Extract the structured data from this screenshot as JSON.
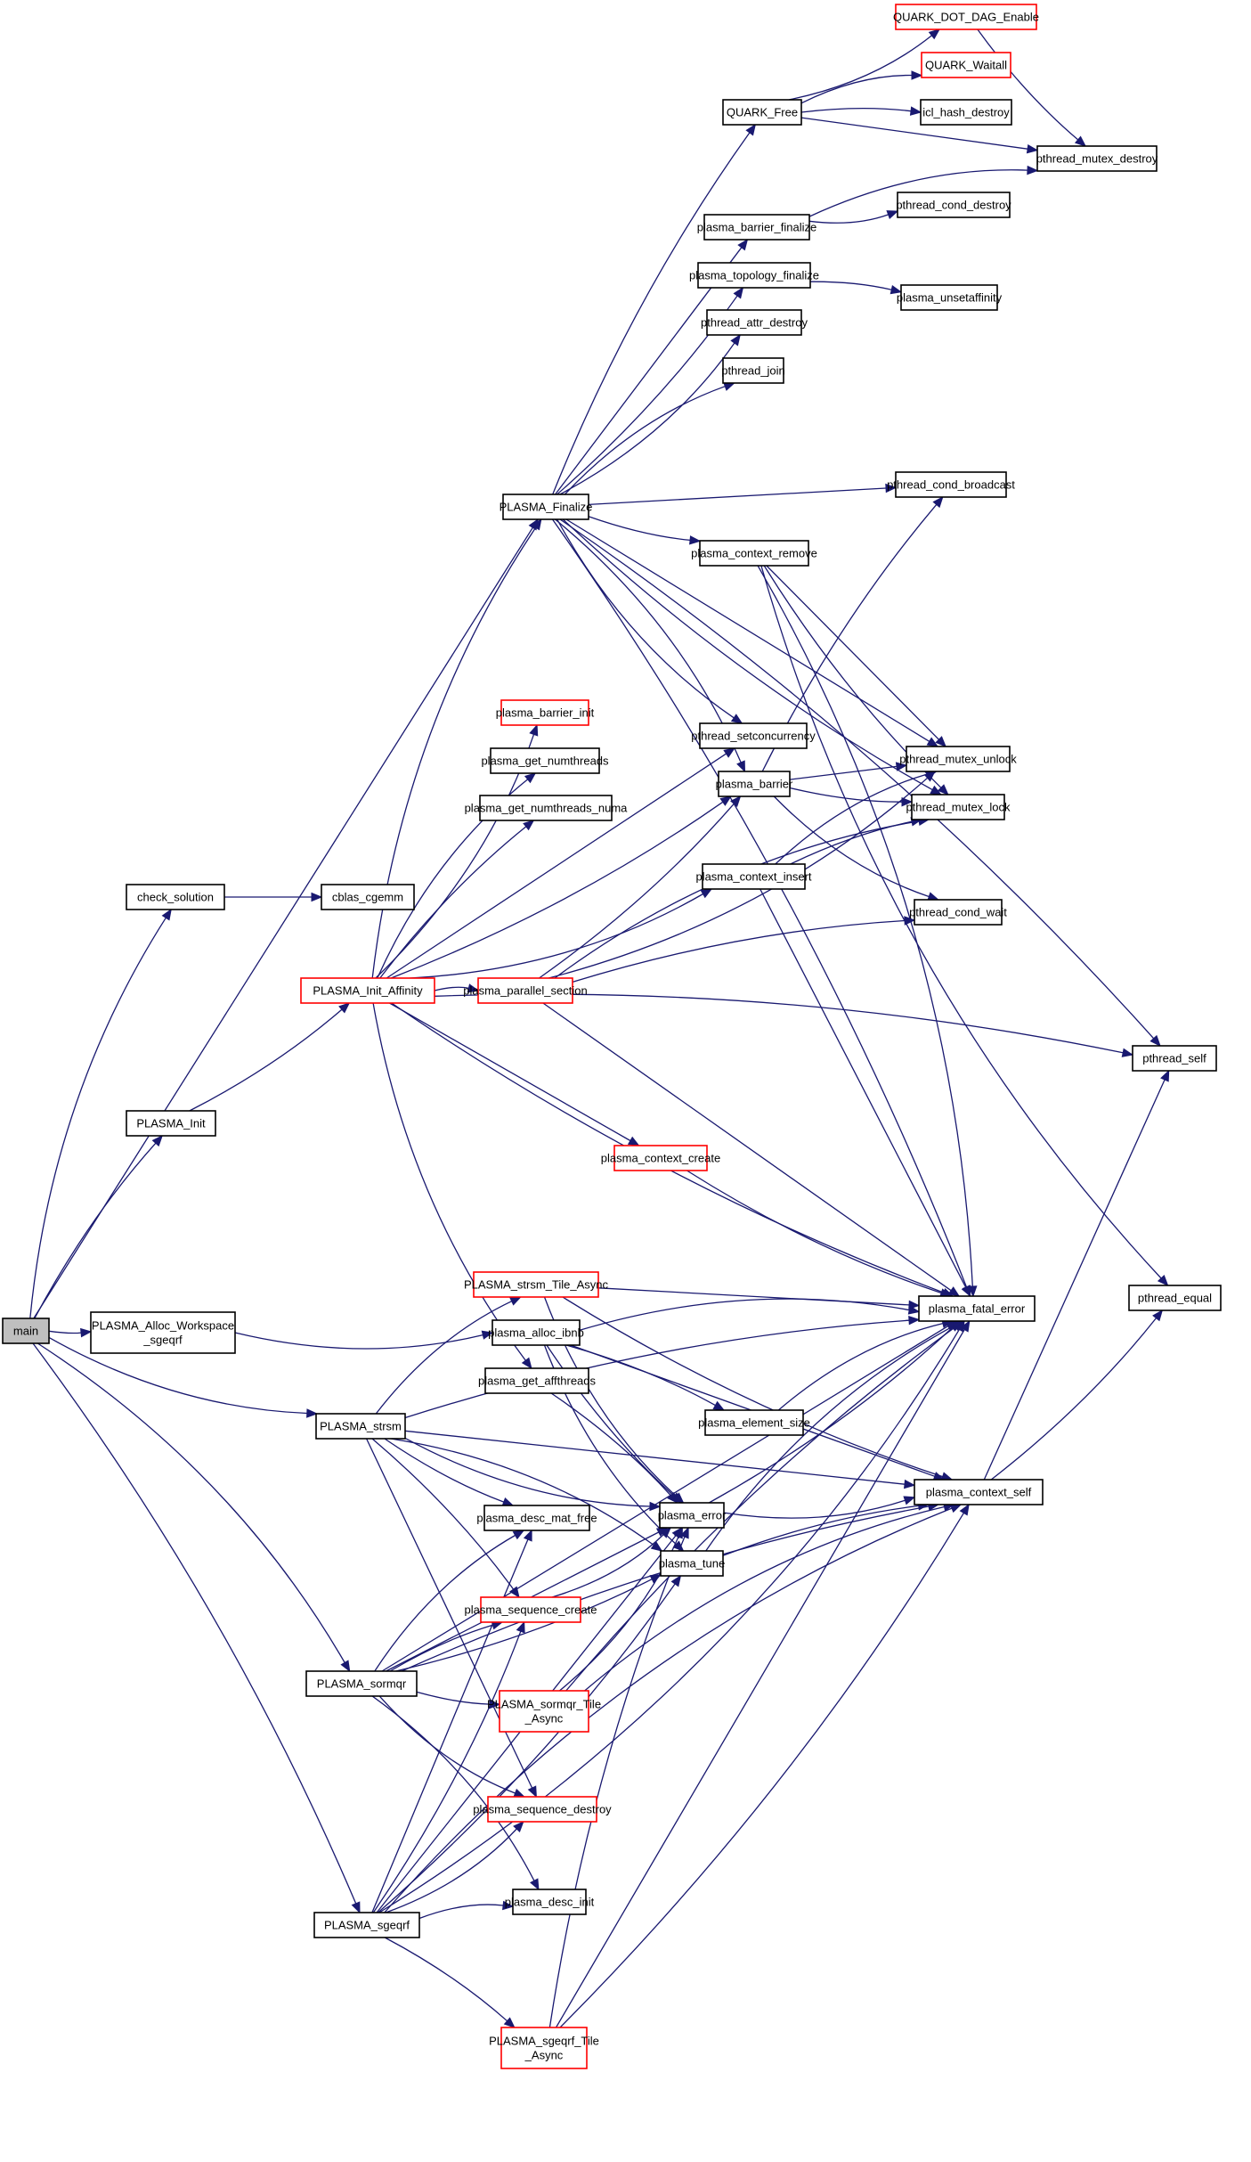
{
  "diagram": {
    "type": "call-graph",
    "root": "main",
    "colors": {
      "edge": "#191970",
      "node_border": "#000000",
      "truncated_node_border": "#ff0000",
      "root_fill": "#bfbfbf",
      "node_fill": "#ffffff"
    },
    "nodes": [
      {
        "id": "main",
        "lines": [
          "main"
        ],
        "style": "root"
      },
      {
        "id": "check_solution",
        "lines": [
          "check_solution"
        ],
        "style": "normal"
      },
      {
        "id": "cblas_cgemm",
        "lines": [
          "cblas_cgemm"
        ],
        "style": "normal"
      },
      {
        "id": "PLASMA_Init",
        "lines": [
          "PLASMA_Init"
        ],
        "style": "normal"
      },
      {
        "id": "PLASMA_Init_Affinity",
        "lines": [
          "PLASMA_Init_Affinity"
        ],
        "style": "truncated"
      },
      {
        "id": "PLASMA_Alloc_Workspace_sgeqrf",
        "lines": [
          "PLASMA_Alloc_Workspace",
          "_sgeqrf"
        ],
        "style": "normal"
      },
      {
        "id": "PLASMA_strsm",
        "lines": [
          "PLASMA_strsm"
        ],
        "style": "normal"
      },
      {
        "id": "PLASMA_sormqr",
        "lines": [
          "PLASMA_sormqr"
        ],
        "style": "normal"
      },
      {
        "id": "PLASMA_sgeqrf",
        "lines": [
          "PLASMA_sgeqrf"
        ],
        "style": "normal"
      },
      {
        "id": "PLASMA_Finalize",
        "lines": [
          "PLASMA_Finalize"
        ],
        "style": "normal"
      },
      {
        "id": "QUARK_Free",
        "lines": [
          "QUARK_Free"
        ],
        "style": "normal"
      },
      {
        "id": "QUARK_DOT_DAG_Enable",
        "lines": [
          "QUARK_DOT_DAG_Enable"
        ],
        "style": "truncated"
      },
      {
        "id": "QUARK_Waitall",
        "lines": [
          "QUARK_Waitall"
        ],
        "style": "truncated"
      },
      {
        "id": "icl_hash_destroy",
        "lines": [
          "icl_hash_destroy"
        ],
        "style": "normal"
      },
      {
        "id": "pthread_mutex_destroy",
        "lines": [
          "pthread_mutex_destroy"
        ],
        "style": "normal"
      },
      {
        "id": "plasma_barrier_finalize",
        "lines": [
          "plasma_barrier_finalize"
        ],
        "style": "normal"
      },
      {
        "id": "pthread_cond_destroy",
        "lines": [
          "pthread_cond_destroy"
        ],
        "style": "normal"
      },
      {
        "id": "plasma_topology_finalize",
        "lines": [
          "plasma_topology_finalize"
        ],
        "style": "normal"
      },
      {
        "id": "plasma_unsetaffinity",
        "lines": [
          "plasma_unsetaffinity"
        ],
        "style": "normal"
      },
      {
        "id": "pthread_attr_destroy",
        "lines": [
          "pthread_attr_destroy"
        ],
        "style": "normal"
      },
      {
        "id": "pthread_join",
        "lines": [
          "pthread_join"
        ],
        "style": "normal"
      },
      {
        "id": "pthread_cond_broadcast",
        "lines": [
          "pthread_cond_broadcast"
        ],
        "style": "normal"
      },
      {
        "id": "plasma_context_remove",
        "lines": [
          "plasma_context_remove"
        ],
        "style": "normal"
      },
      {
        "id": "plasma_barrier_init",
        "lines": [
          "plasma_barrier_init"
        ],
        "style": "truncated"
      },
      {
        "id": "plasma_get_numthreads",
        "lines": [
          "plasma_get_numthreads"
        ],
        "style": "normal"
      },
      {
        "id": "plasma_get_numthreads_numa",
        "lines": [
          "plasma_get_numthreads_numa"
        ],
        "style": "normal"
      },
      {
        "id": "pthread_setconcurrency",
        "lines": [
          "pthread_setconcurrency"
        ],
        "style": "normal"
      },
      {
        "id": "plasma_barrier",
        "lines": [
          "plasma_barrier"
        ],
        "style": "normal"
      },
      {
        "id": "pthread_mutex_unlock",
        "lines": [
          "pthread_mutex_unlock"
        ],
        "style": "normal"
      },
      {
        "id": "pthread_mutex_lock",
        "lines": [
          "pthread_mutex_lock"
        ],
        "style": "normal"
      },
      {
        "id": "plasma_context_insert",
        "lines": [
          "plasma_context_insert"
        ],
        "style": "normal"
      },
      {
        "id": "pthread_cond_wait",
        "lines": [
          "pthread_cond_wait"
        ],
        "style": "normal"
      },
      {
        "id": "plasma_parallel_section",
        "lines": [
          "plasma_parallel_section"
        ],
        "style": "truncated"
      },
      {
        "id": "pthread_self",
        "lines": [
          "pthread_self"
        ],
        "style": "normal"
      },
      {
        "id": "plasma_context_create",
        "lines": [
          "plasma_context_create"
        ],
        "style": "truncated"
      },
      {
        "id": "PLASMA_strsm_Tile_Async",
        "lines": [
          "PLASMA_strsm_Tile_Async"
        ],
        "style": "truncated"
      },
      {
        "id": "plasma_fatal_error",
        "lines": [
          "plasma_fatal_error"
        ],
        "style": "normal"
      },
      {
        "id": "pthread_equal",
        "lines": [
          "pthread_equal"
        ],
        "style": "normal"
      },
      {
        "id": "plasma_alloc_ibnb",
        "lines": [
          "plasma_alloc_ibnb"
        ],
        "style": "normal"
      },
      {
        "id": "plasma_get_affthreads",
        "lines": [
          "plasma_get_affthreads"
        ],
        "style": "normal"
      },
      {
        "id": "plasma_element_size",
        "lines": [
          "plasma_element_size"
        ],
        "style": "normal"
      },
      {
        "id": "plasma_context_self",
        "lines": [
          "plasma_context_self"
        ],
        "style": "normal"
      },
      {
        "id": "plasma_desc_mat_free",
        "lines": [
          "plasma_desc_mat_free"
        ],
        "style": "normal"
      },
      {
        "id": "plasma_error",
        "lines": [
          "plasma_error"
        ],
        "style": "normal"
      },
      {
        "id": "plasma_tune",
        "lines": [
          "plasma_tune"
        ],
        "style": "normal"
      },
      {
        "id": "plasma_sequence_create",
        "lines": [
          "plasma_sequence_create"
        ],
        "style": "truncated"
      },
      {
        "id": "PLASMA_sormqr_Tile_Async",
        "lines": [
          "PLASMA_sormqr_Tile",
          "_Async"
        ],
        "style": "truncated"
      },
      {
        "id": "plasma_sequence_destroy",
        "lines": [
          "plasma_sequence_destroy"
        ],
        "style": "truncated"
      },
      {
        "id": "plasma_desc_init",
        "lines": [
          "plasma_desc_init"
        ],
        "style": "normal"
      },
      {
        "id": "PLASMA_sgeqrf_Tile_Async",
        "lines": [
          "PLASMA_sgeqrf_Tile",
          "_Async"
        ],
        "style": "truncated"
      }
    ],
    "edges": [
      [
        "main",
        "check_solution"
      ],
      [
        "main",
        "PLASMA_Init"
      ],
      [
        "main",
        "PLASMA_Finalize"
      ],
      [
        "main",
        "PLASMA_Alloc_Workspace_sgeqrf"
      ],
      [
        "main",
        "PLASMA_strsm"
      ],
      [
        "main",
        "PLASMA_sormqr"
      ],
      [
        "main",
        "PLASMA_sgeqrf"
      ],
      [
        "check_solution",
        "cblas_cgemm"
      ],
      [
        "PLASMA_Init",
        "PLASMA_Init_Affinity"
      ],
      [
        "PLASMA_Init_Affinity",
        "plasma_barrier_init"
      ],
      [
        "PLASMA_Init_Affinity",
        "plasma_get_numthreads"
      ],
      [
        "PLASMA_Init_Affinity",
        "plasma_get_numthreads_numa"
      ],
      [
        "PLASMA_Init_Affinity",
        "pthread_setconcurrency"
      ],
      [
        "PLASMA_Init_Affinity",
        "plasma_barrier"
      ],
      [
        "PLASMA_Init_Affinity",
        "plasma_context_insert"
      ],
      [
        "PLASMA_Init_Affinity",
        "plasma_parallel_section"
      ],
      [
        "PLASMA_Init_Affinity",
        "pthread_self"
      ],
      [
        "PLASMA_Init_Affinity",
        "plasma_context_create"
      ],
      [
        "PLASMA_Init_Affinity",
        "plasma_fatal_error"
      ],
      [
        "PLASMA_Init_Affinity",
        "plasma_get_affthreads"
      ],
      [
        "PLASMA_Init_Affinity",
        "PLASMA_Finalize"
      ],
      [
        "PLASMA_Finalize",
        "QUARK_Free"
      ],
      [
        "PLASMA_Finalize",
        "plasma_barrier_finalize"
      ],
      [
        "PLASMA_Finalize",
        "plasma_topology_finalize"
      ],
      [
        "PLASMA_Finalize",
        "pthread_attr_destroy"
      ],
      [
        "PLASMA_Finalize",
        "pthread_join"
      ],
      [
        "PLASMA_Finalize",
        "pthread_self"
      ],
      [
        "PLASMA_Finalize",
        "pthread_cond_broadcast"
      ],
      [
        "PLASMA_Finalize",
        "plasma_context_remove"
      ],
      [
        "PLASMA_Finalize",
        "pthread_setconcurrency"
      ],
      [
        "PLASMA_Finalize",
        "plasma_barrier"
      ],
      [
        "PLASMA_Finalize",
        "plasma_fatal_error"
      ],
      [
        "PLASMA_Finalize",
        "pthread_mutex_unlock"
      ],
      [
        "PLASMA_Finalize",
        "pthread_mutex_lock"
      ],
      [
        "QUARK_Free",
        "QUARK_DOT_DAG_Enable"
      ],
      [
        "QUARK_Free",
        "QUARK_Waitall"
      ],
      [
        "QUARK_Free",
        "icl_hash_destroy"
      ],
      [
        "QUARK_Free",
        "pthread_mutex_destroy"
      ],
      [
        "QUARK_DOT_DAG_Enable",
        "pthread_mutex_destroy"
      ],
      [
        "plasma_barrier_finalize",
        "pthread_cond_destroy"
      ],
      [
        "plasma_barrier_finalize",
        "pthread_mutex_destroy"
      ],
      [
        "plasma_topology_finalize",
        "plasma_unsetaffinity"
      ],
      [
        "plasma_context_remove",
        "pthread_mutex_unlock"
      ],
      [
        "plasma_context_remove",
        "pthread_mutex_lock"
      ],
      [
        "plasma_context_remove",
        "pthread_equal"
      ],
      [
        "plasma_context_remove",
        "plasma_fatal_error"
      ],
      [
        "plasma_barrier",
        "pthread_cond_broadcast"
      ],
      [
        "plasma_barrier",
        "pthread_mutex_unlock"
      ],
      [
        "plasma_barrier",
        "pthread_mutex_lock"
      ],
      [
        "plasma_barrier",
        "pthread_cond_wait"
      ],
      [
        "plasma_context_insert",
        "pthread_mutex_unlock"
      ],
      [
        "plasma_context_insert",
        "pthread_mutex_lock"
      ],
      [
        "plasma_context_insert",
        "plasma_fatal_error"
      ],
      [
        "plasma_parallel_section",
        "plasma_barrier"
      ],
      [
        "plasma_parallel_section",
        "pthread_mutex_unlock"
      ],
      [
        "plasma_parallel_section",
        "pthread_mutex_lock"
      ],
      [
        "plasma_parallel_section",
        "pthread_cond_wait"
      ],
      [
        "plasma_parallel_section",
        "plasma_fatal_error"
      ],
      [
        "plasma_context_create",
        "plasma_fatal_error"
      ],
      [
        "PLASMA_Alloc_Workspace_sgeqrf",
        "plasma_alloc_ibnb"
      ],
      [
        "plasma_alloc_ibnb",
        "plasma_fatal_error"
      ],
      [
        "plasma_alloc_ibnb",
        "plasma_element_size"
      ],
      [
        "plasma_alloc_ibnb",
        "plasma_context_self"
      ],
      [
        "plasma_alloc_ibnb",
        "plasma_error"
      ],
      [
        "plasma_alloc_ibnb",
        "plasma_tune"
      ],
      [
        "plasma_element_size",
        "plasma_fatal_error"
      ],
      [
        "plasma_get_affthreads",
        "plasma_error"
      ],
      [
        "PLASMA_strsm_Tile_Async",
        "plasma_fatal_error"
      ],
      [
        "PLASMA_strsm_Tile_Async",
        "plasma_context_self"
      ],
      [
        "PLASMA_strsm_Tile_Async",
        "plasma_error"
      ],
      [
        "PLASMA_strsm",
        "PLASMA_strsm_Tile_Async"
      ],
      [
        "PLASMA_strsm",
        "plasma_fatal_error"
      ],
      [
        "PLASMA_strsm",
        "plasma_context_self"
      ],
      [
        "PLASMA_strsm",
        "plasma_desc_mat_free"
      ],
      [
        "PLASMA_strsm",
        "plasma_error"
      ],
      [
        "PLASMA_strsm",
        "plasma_tune"
      ],
      [
        "PLASMA_strsm",
        "plasma_sequence_create"
      ],
      [
        "PLASMA_strsm",
        "plasma_sequence_destroy"
      ],
      [
        "plasma_error",
        "plasma_fatal_error"
      ],
      [
        "plasma_error",
        "plasma_context_self"
      ],
      [
        "plasma_tune",
        "plasma_fatal_error"
      ],
      [
        "plasma_tune",
        "plasma_context_self"
      ],
      [
        "plasma_context_self",
        "pthread_self"
      ],
      [
        "plasma_context_self",
        "pthread_equal"
      ],
      [
        "plasma_sequence_create",
        "plasma_error"
      ],
      [
        "PLASMA_sormqr",
        "plasma_desc_mat_free"
      ],
      [
        "PLASMA_sormqr",
        "plasma_sequence_create"
      ],
      [
        "PLASMA_sormqr",
        "plasma_error"
      ],
      [
        "PLASMA_sormqr",
        "PLASMA_sormqr_Tile_Async"
      ],
      [
        "PLASMA_sormqr",
        "plasma_sequence_destroy"
      ],
      [
        "PLASMA_sormqr",
        "plasma_desc_init"
      ],
      [
        "PLASMA_sormqr",
        "plasma_context_self"
      ],
      [
        "PLASMA_sormqr",
        "plasma_fatal_error"
      ],
      [
        "PLASMA_sormqr",
        "plasma_tune"
      ],
      [
        "PLASMA_sormqr_Tile_Async",
        "plasma_error"
      ],
      [
        "PLASMA_sormqr_Tile_Async",
        "plasma_context_self"
      ],
      [
        "PLASMA_sormqr_Tile_Async",
        "plasma_fatal_error"
      ],
      [
        "PLASMA_sgeqrf",
        "plasma_desc_mat_free"
      ],
      [
        "PLASMA_sgeqrf",
        "plasma_sequence_create"
      ],
      [
        "PLASMA_sgeqrf",
        "plasma_sequence_destroy"
      ],
      [
        "PLASMA_sgeqrf",
        "plasma_desc_init"
      ],
      [
        "PLASMA_sgeqrf",
        "PLASMA_sgeqrf_Tile_Async"
      ],
      [
        "PLASMA_sgeqrf",
        "plasma_error"
      ],
      [
        "PLASMA_sgeqrf",
        "plasma_tune"
      ],
      [
        "PLASMA_sgeqrf",
        "plasma_fatal_error"
      ],
      [
        "PLASMA_sgeqrf",
        "plasma_context_self"
      ],
      [
        "PLASMA_sgeqrf_Tile_Async",
        "plasma_error"
      ],
      [
        "PLASMA_sgeqrf_Tile_Async",
        "plasma_fatal_error"
      ],
      [
        "PLASMA_sgeqrf_Tile_Async",
        "plasma_context_self"
      ]
    ]
  }
}
